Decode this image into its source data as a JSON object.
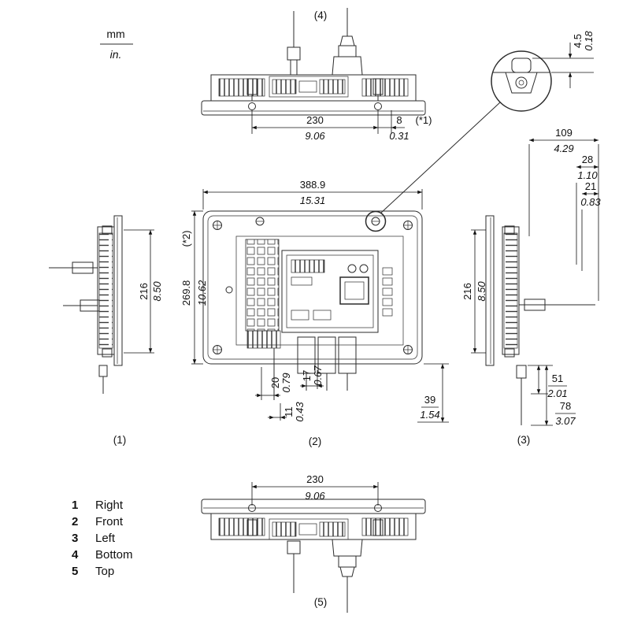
{
  "units": {
    "mm": "mm",
    "inch": "in."
  },
  "view_labels": {
    "right": "(1)",
    "front": "(2)",
    "left": "(3)",
    "bottom": "(4)",
    "top": "(5)"
  },
  "notes": {
    "n1": "(*1)",
    "n2": "(*2)"
  },
  "dims": {
    "bottom_width": {
      "mm": "230",
      "inch": "9.06"
    },
    "bottom_edge": {
      "mm": "8",
      "inch": "0.31"
    },
    "detail_h": {
      "mm": "4.5",
      "inch": "0.18"
    },
    "depth_total": {
      "mm": "109",
      "inch": "4.29"
    },
    "depth_rear": {
      "mm": "28",
      "inch": "1.10"
    },
    "depth_front": {
      "mm": "21",
      "inch": "0.83"
    },
    "front_width": {
      "mm": "388.9",
      "inch": "15.31"
    },
    "front_height": {
      "mm": "269.8",
      "inch": "10.62"
    },
    "side_height_right": {
      "mm": "216",
      "inch": "8.50"
    },
    "side_height_left": {
      "mm": "216",
      "inch": "8.50"
    },
    "cable_20": {
      "mm": "20",
      "inch": "0.79"
    },
    "cable_17": {
      "mm": "17",
      "inch": "0.67"
    },
    "cable_11": {
      "mm": "11",
      "inch": "0.43"
    },
    "cable_39": {
      "mm": "39",
      "inch": "1.54"
    },
    "cable_51": {
      "mm": "51",
      "inch": "2.01"
    },
    "cable_78": {
      "mm": "78",
      "inch": "3.07"
    },
    "top_width": {
      "mm": "230",
      "inch": "9.06"
    }
  },
  "legend": {
    "items": [
      {
        "num": "1",
        "label": "Right"
      },
      {
        "num": "2",
        "label": "Front"
      },
      {
        "num": "3",
        "label": "Left"
      },
      {
        "num": "4",
        "label": "Bottom"
      },
      {
        "num": "5",
        "label": "Top"
      }
    ]
  }
}
